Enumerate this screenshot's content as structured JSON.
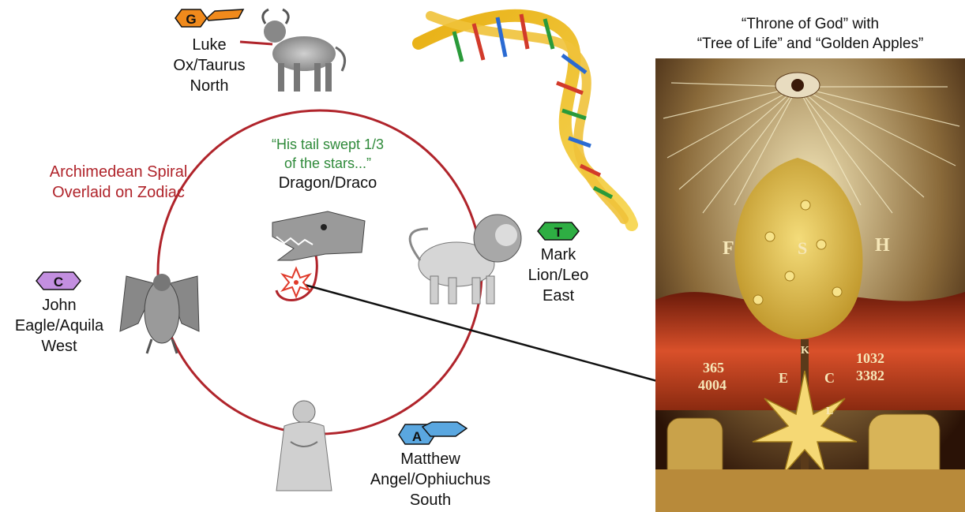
{
  "colors": {
    "circle": "#b0242b",
    "spiral_label": "#b0242b",
    "quote": "#2f8a3a",
    "connector": "#111111",
    "badge_G": "#f08a1c",
    "badge_T": "#2eae43",
    "badge_C": "#c38fe0",
    "badge_A": "#5aa7e0",
    "painting_dark": "#3a1408",
    "painting_flame": "#d9502a",
    "painting_gold": "#e6c454"
  },
  "icons": {
    "badge_G": "orange-hexagon-G-icon",
    "badge_T": "green-hexagon-T-icon",
    "badge_C": "purple-hexagon-C-icon",
    "badge_A": "blue-hexagon-A-icon",
    "star": "red-star-icon"
  },
  "spiral_title": {
    "line1": "Archimedean Spiral",
    "line2": "Overlaid on Zodiac"
  },
  "dragon": {
    "quote_line1": "“His tail swept 1/3",
    "quote_line2": "of the stars...”",
    "name": "Dragon/Draco"
  },
  "north": {
    "badge": "G",
    "name": "Luke",
    "constellation": "Ox/Taurus",
    "direction": "North"
  },
  "east": {
    "badge": "T",
    "name": "Mark",
    "constellation": "Lion/Leo",
    "direction": "East"
  },
  "west": {
    "badge": "C",
    "name": "John",
    "constellation": "Eagle/Aquila",
    "direction": "West"
  },
  "south": {
    "badge": "A",
    "name": "Matthew",
    "constellation": "Angel/Ophiuchus",
    "direction": "South"
  },
  "painting": {
    "title_line1": "“Throne of God” with",
    "title_line2": "“Tree of Life” and “Golden Apples”",
    "letters": [
      "F",
      "S",
      "H",
      "E",
      "C",
      "K",
      "L"
    ],
    "left_numbers_1": "365",
    "left_numbers_2": "4004",
    "right_numbers_1": "1032",
    "right_numbers_2": "3382"
  }
}
